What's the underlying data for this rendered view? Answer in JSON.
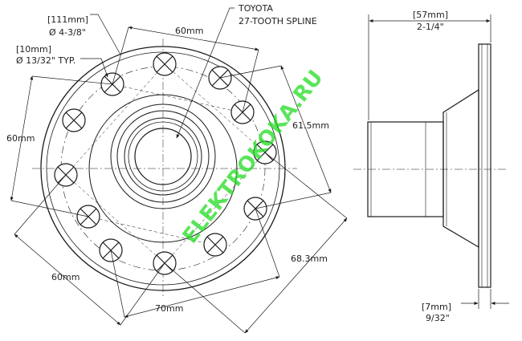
{
  "annotations": {
    "bolt_circle_dia_mm": "[111mm]",
    "bolt_circle_dia_in": "Ø 4-3/8\"",
    "hole_dia_mm": "[10mm]",
    "hole_dia_in": "Ø 13/32\" TYP.",
    "spline_line1": "TOYOTA",
    "spline_line2": "27-TOOTH SPLINE",
    "dim_60_top": "60mm",
    "dim_60_left": "60mm",
    "dim_60_bottom": "60mm",
    "dim_615": "61.5mm",
    "dim_683": "68.3mm",
    "dim_70": "70mm",
    "length_mm": "[57mm]",
    "length_in": "2-1/4\"",
    "flange_mm": "[7mm]",
    "flange_in": "9/32\""
  },
  "watermark": "ELEKTROKOKA.RU",
  "colors": {
    "line": "#1a1a1a",
    "watermark": "#22dd22"
  }
}
